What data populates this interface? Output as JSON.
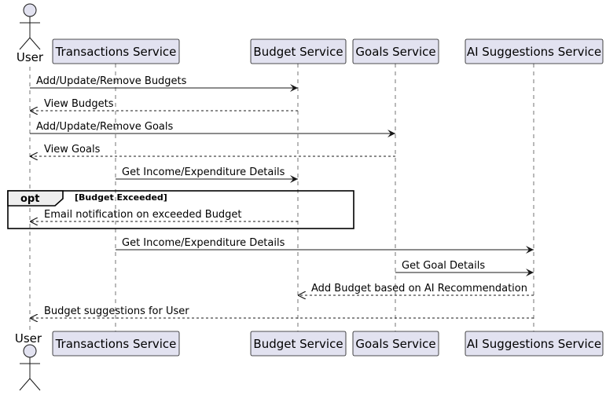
{
  "diagram": {
    "actor": {
      "label": "User"
    },
    "participants": [
      {
        "label": "Transactions Service"
      },
      {
        "label": "Budget Service"
      },
      {
        "label": "Goals Service"
      },
      {
        "label": "AI Suggestions Service"
      }
    ],
    "messages": [
      {
        "text": "Add/Update/Remove Budgets",
        "from": "User",
        "to": "Budget Service",
        "style": "solid"
      },
      {
        "text": "View Budgets",
        "from": "Budget Service",
        "to": "User",
        "style": "dashed"
      },
      {
        "text": "Add/Update/Remove Goals",
        "from": "User",
        "to": "Goals Service",
        "style": "solid"
      },
      {
        "text": "View Goals",
        "from": "Goals Service",
        "to": "User",
        "style": "dashed"
      },
      {
        "text": "Get Income/Expenditure Details",
        "from": "Transactions Service",
        "to": "Budget Service",
        "style": "solid"
      },
      {
        "text": "Email notification on exceeded Budget",
        "from": "Budget Service",
        "to": "User",
        "style": "dashed"
      },
      {
        "text": "Get Income/Expenditure Details",
        "from": "Transactions Service",
        "to": "AI Suggestions Service",
        "style": "solid"
      },
      {
        "text": "Get Goal Details",
        "from": "Goals Service",
        "to": "AI Suggestions Service",
        "style": "solid"
      },
      {
        "text": "Add Budget based on AI Recommendation",
        "from": "AI Suggestions Service",
        "to": "Budget Service",
        "style": "dashed"
      },
      {
        "text": "Budget suggestions for User",
        "from": "AI Suggestions Service",
        "to": "User",
        "style": "dashed"
      }
    ],
    "fragment": {
      "keyword": "opt",
      "condition": "[Budget Exceeded]"
    },
    "colors": {
      "participant_fill": "#E2E2F0",
      "participant_border": "#181818",
      "lifeline": "#181818",
      "line": "#181818"
    }
  }
}
